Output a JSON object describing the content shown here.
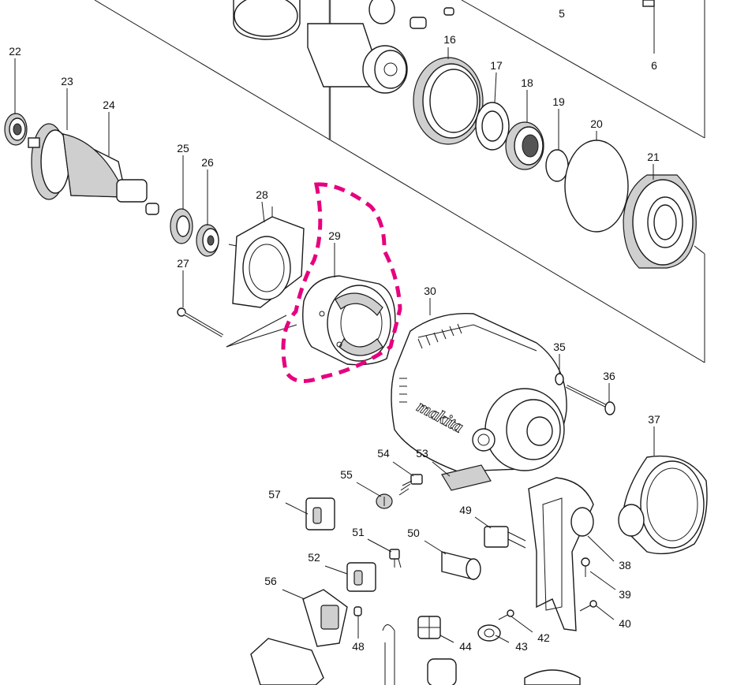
{
  "diagram": {
    "brand_text": "makita",
    "highlight_color": "#e6007e",
    "highlighted_part": "29",
    "part_numbers": [
      "5",
      "6",
      "16",
      "17",
      "18",
      "19",
      "20",
      "21",
      "22",
      "23",
      "24",
      "25",
      "26",
      "27",
      "28",
      "29",
      "30",
      "35",
      "36",
      "37",
      "38",
      "39",
      "40",
      "42",
      "43",
      "44",
      "48",
      "49",
      "50",
      "51",
      "52",
      "53",
      "54",
      "55",
      "56",
      "57"
    ]
  }
}
